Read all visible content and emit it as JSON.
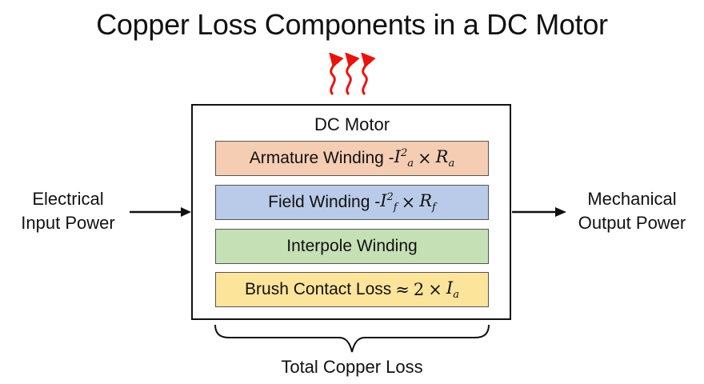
{
  "title": "Copper Loss Components in a DC Motor",
  "motor_label": "DC Motor",
  "components": [
    {
      "text": "Armature Winding - ",
      "var": "I",
      "sup": "2",
      "sub": "a",
      "op": "×",
      "r": "R",
      "rsub": "a",
      "color": "#f5cdb3"
    },
    {
      "text": "Field Winding - ",
      "var": "I",
      "sup": "2",
      "sub": "f",
      "op": "×",
      "r": "R",
      "rsub": "f",
      "color": "#b9cbe8"
    },
    {
      "text": "Interpole Winding",
      "color": "#c6e0b6"
    },
    {
      "text": "Brush Contact Loss ",
      "approx": "≈",
      "num": "2",
      "op": "×",
      "var": "I",
      "sub": "a",
      "color": "#fde49b"
    }
  ],
  "input_label": [
    "Electrical",
    "Input Power"
  ],
  "output_label": [
    "Mechanical",
    "Output Power"
  ],
  "total_label": "Total Copper Loss",
  "colors": {
    "heat": "#e8140c",
    "outline": "#111111"
  },
  "icons": [
    "heat-arrow-icon",
    "input-arrow-icon",
    "output-arrow-icon",
    "curly-brace-icon"
  ]
}
